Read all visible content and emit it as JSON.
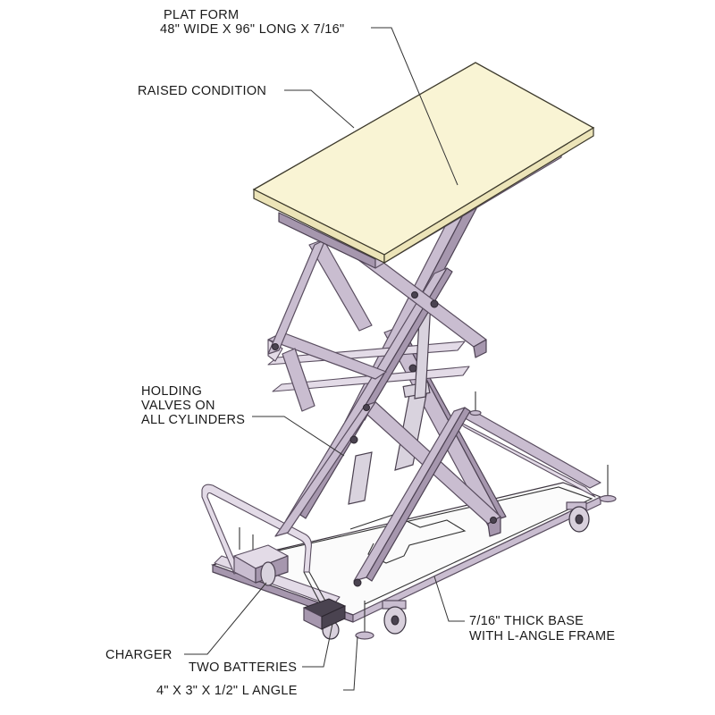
{
  "labels": {
    "platform_line1": "PLAT FORM",
    "platform_line2": "48\" WIDE X 96\" LONG X 7/16\"",
    "raised": "RAISED CONDITION",
    "holding_line1": "HOLDING",
    "holding_line2": "VALVES ON",
    "holding_line3": "ALL CYLINDERS",
    "base_line1": "7/16\" THICK BASE",
    "base_line2": "WITH L-ANGLE FRAME",
    "charger": "CHARGER",
    "batteries": "TWO BATTERIES",
    "angle": "4\" X 3\" X 1/2\" L ANGLE"
  },
  "colors": {
    "platform_top": "#f9f4d4",
    "steel": "#c9bdd0",
    "line": "#333333",
    "background": "#ffffff"
  }
}
